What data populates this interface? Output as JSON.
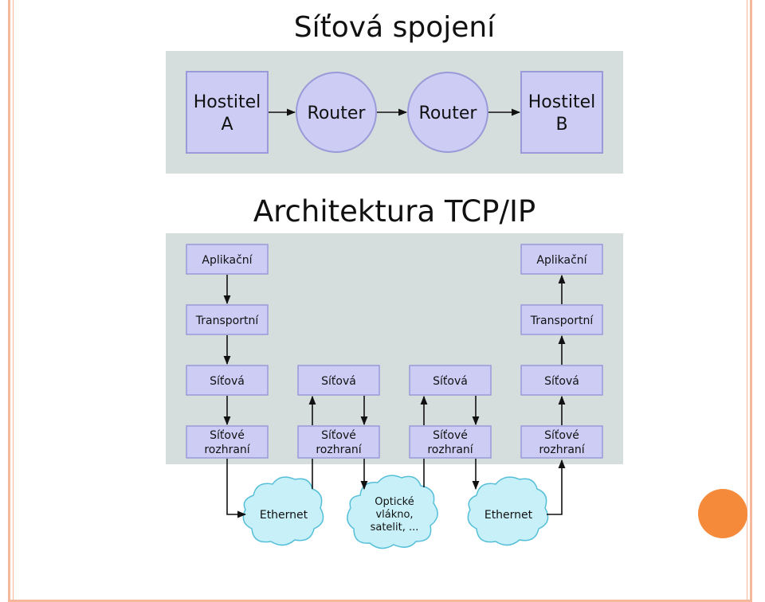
{
  "titles": {
    "network_connections": "Síťová spojení",
    "architecture": "Architektura TCP/IP"
  },
  "top_diagram": {
    "host_a": [
      "Hostitel",
      "A"
    ],
    "router_1": "Router",
    "router_2": "Router",
    "host_b": [
      "Hostitel",
      "B"
    ]
  },
  "stack_left": {
    "application": "Aplikační",
    "transport": "Transportní",
    "network": "Síťová",
    "interface": [
      "Síťové",
      "rozhraní"
    ]
  },
  "stack_router_1": {
    "network": "Síťová",
    "interface": [
      "Síťové",
      "rozhraní"
    ]
  },
  "stack_router_2": {
    "network": "Síťová",
    "interface": [
      "Síťové",
      "rozhraní"
    ]
  },
  "stack_right": {
    "application": "Aplikační",
    "transport": "Transportní",
    "network": "Síťová",
    "interface": [
      "Síťové",
      "rozhraní"
    ]
  },
  "clouds": {
    "ethernet_1": "Ethernet",
    "optical": [
      "Optické",
      "vlákno,",
      "satelit, ..."
    ],
    "ethernet_2": "Ethernet"
  },
  "colors": {
    "panel": "#d5dedd",
    "box_fill": "#ccccf5",
    "box_stroke": "#9a9ad8",
    "cloud_fill": "#c8f0f8",
    "cloud_stroke": "#56bfd8",
    "accent": "#f58a3b",
    "border": "#f6b89a"
  }
}
